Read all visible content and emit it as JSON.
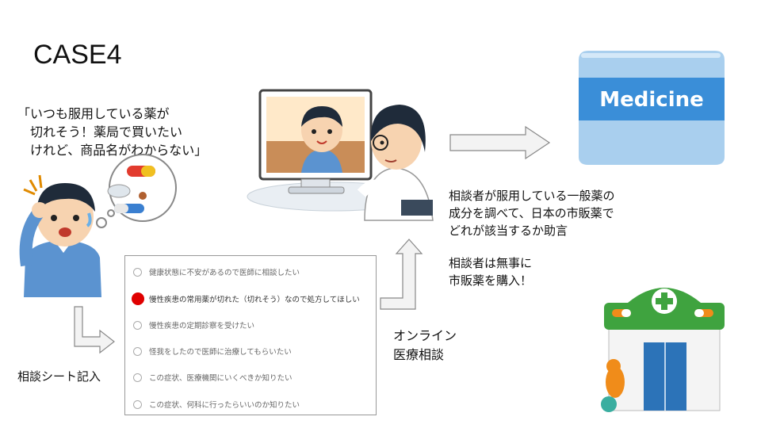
{
  "title": "CASE4",
  "quote": "「いつも服用している薬が\n　切れそう！薬局で買いたい\n　けれど、商品名がわからない」",
  "form_caption": "相談シート記入",
  "online_caption": "オンライン\n医療相談",
  "advice_text": "相談者が服用している一般薬の\n成分を調べて、日本の市販薬で\nどれが該当するか助言",
  "result_text": "相談者は無事に\n市販薬を購入！",
  "medicine_label": "Medicine",
  "form_options": [
    {
      "label": "健康状態に不安があるので医師に相談したい",
      "selected": false
    },
    {
      "label": "慢性疾患の常用薬が切れた（切れそう）なので処方してほしい",
      "selected": true
    },
    {
      "label": "慢性疾患の定期診察を受けたい",
      "selected": false
    },
    {
      "label": "怪我をしたので医師に治療してもらいたい",
      "selected": false
    },
    {
      "label": "この症状、医療機関にいくべきか知りたい",
      "selected": false
    },
    {
      "label": "この症状、何科に行ったらいいのか知りたい",
      "selected": false
    }
  ],
  "colors": {
    "selected_radio": "#e00000",
    "medicine_box": "#a9cfee",
    "medicine_band": "#3a8ed8",
    "pharmacy_green": "#3fa33f",
    "shirt_blue": "#5b93d0"
  }
}
